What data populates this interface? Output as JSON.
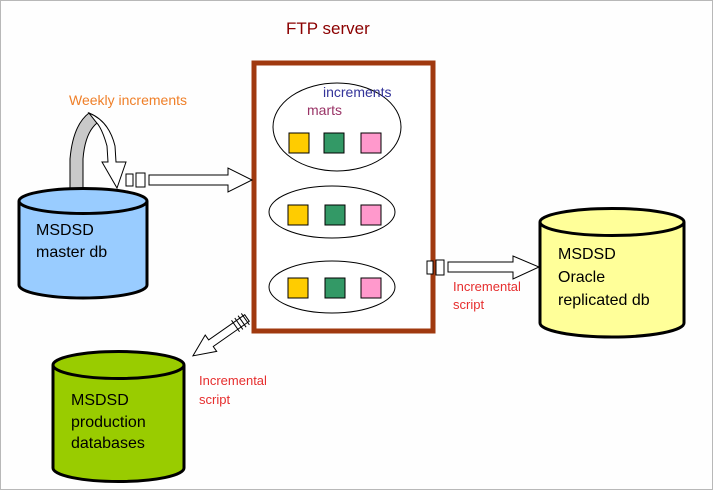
{
  "title": "FTP server",
  "colors": {
    "title": "#8B0000",
    "box_border": "#A0390F",
    "weekly_label": "#EF7F28",
    "increments_label": "#333399",
    "marts_label": "#993366",
    "script_label": "#E62E2E",
    "master_db_fill": "#99CCFF",
    "oracle_db_fill": "#FFFF99",
    "production_db_fill": "#99CC00",
    "mart_colors": [
      "#FFCC00",
      "#339966",
      "#FF99CC"
    ]
  },
  "ftp_box": {
    "increments_label": "increments",
    "marts_label": "marts"
  },
  "arrows": {
    "weekly_label": "Weekly increments",
    "to_oracle_label_line1": "Incremental",
    "to_oracle_label_line2": "script",
    "to_production_label_line1": "Incremental",
    "to_production_label_line2": "script"
  },
  "nodes": {
    "master": {
      "line1": "MSDSD",
      "line2": "master db"
    },
    "oracle": {
      "line1": "MSDSD",
      "line2": "Oracle",
      "line3": "replicated db"
    },
    "production": {
      "line1": "MSDSD",
      "line2": "production",
      "line3": "databases"
    }
  }
}
